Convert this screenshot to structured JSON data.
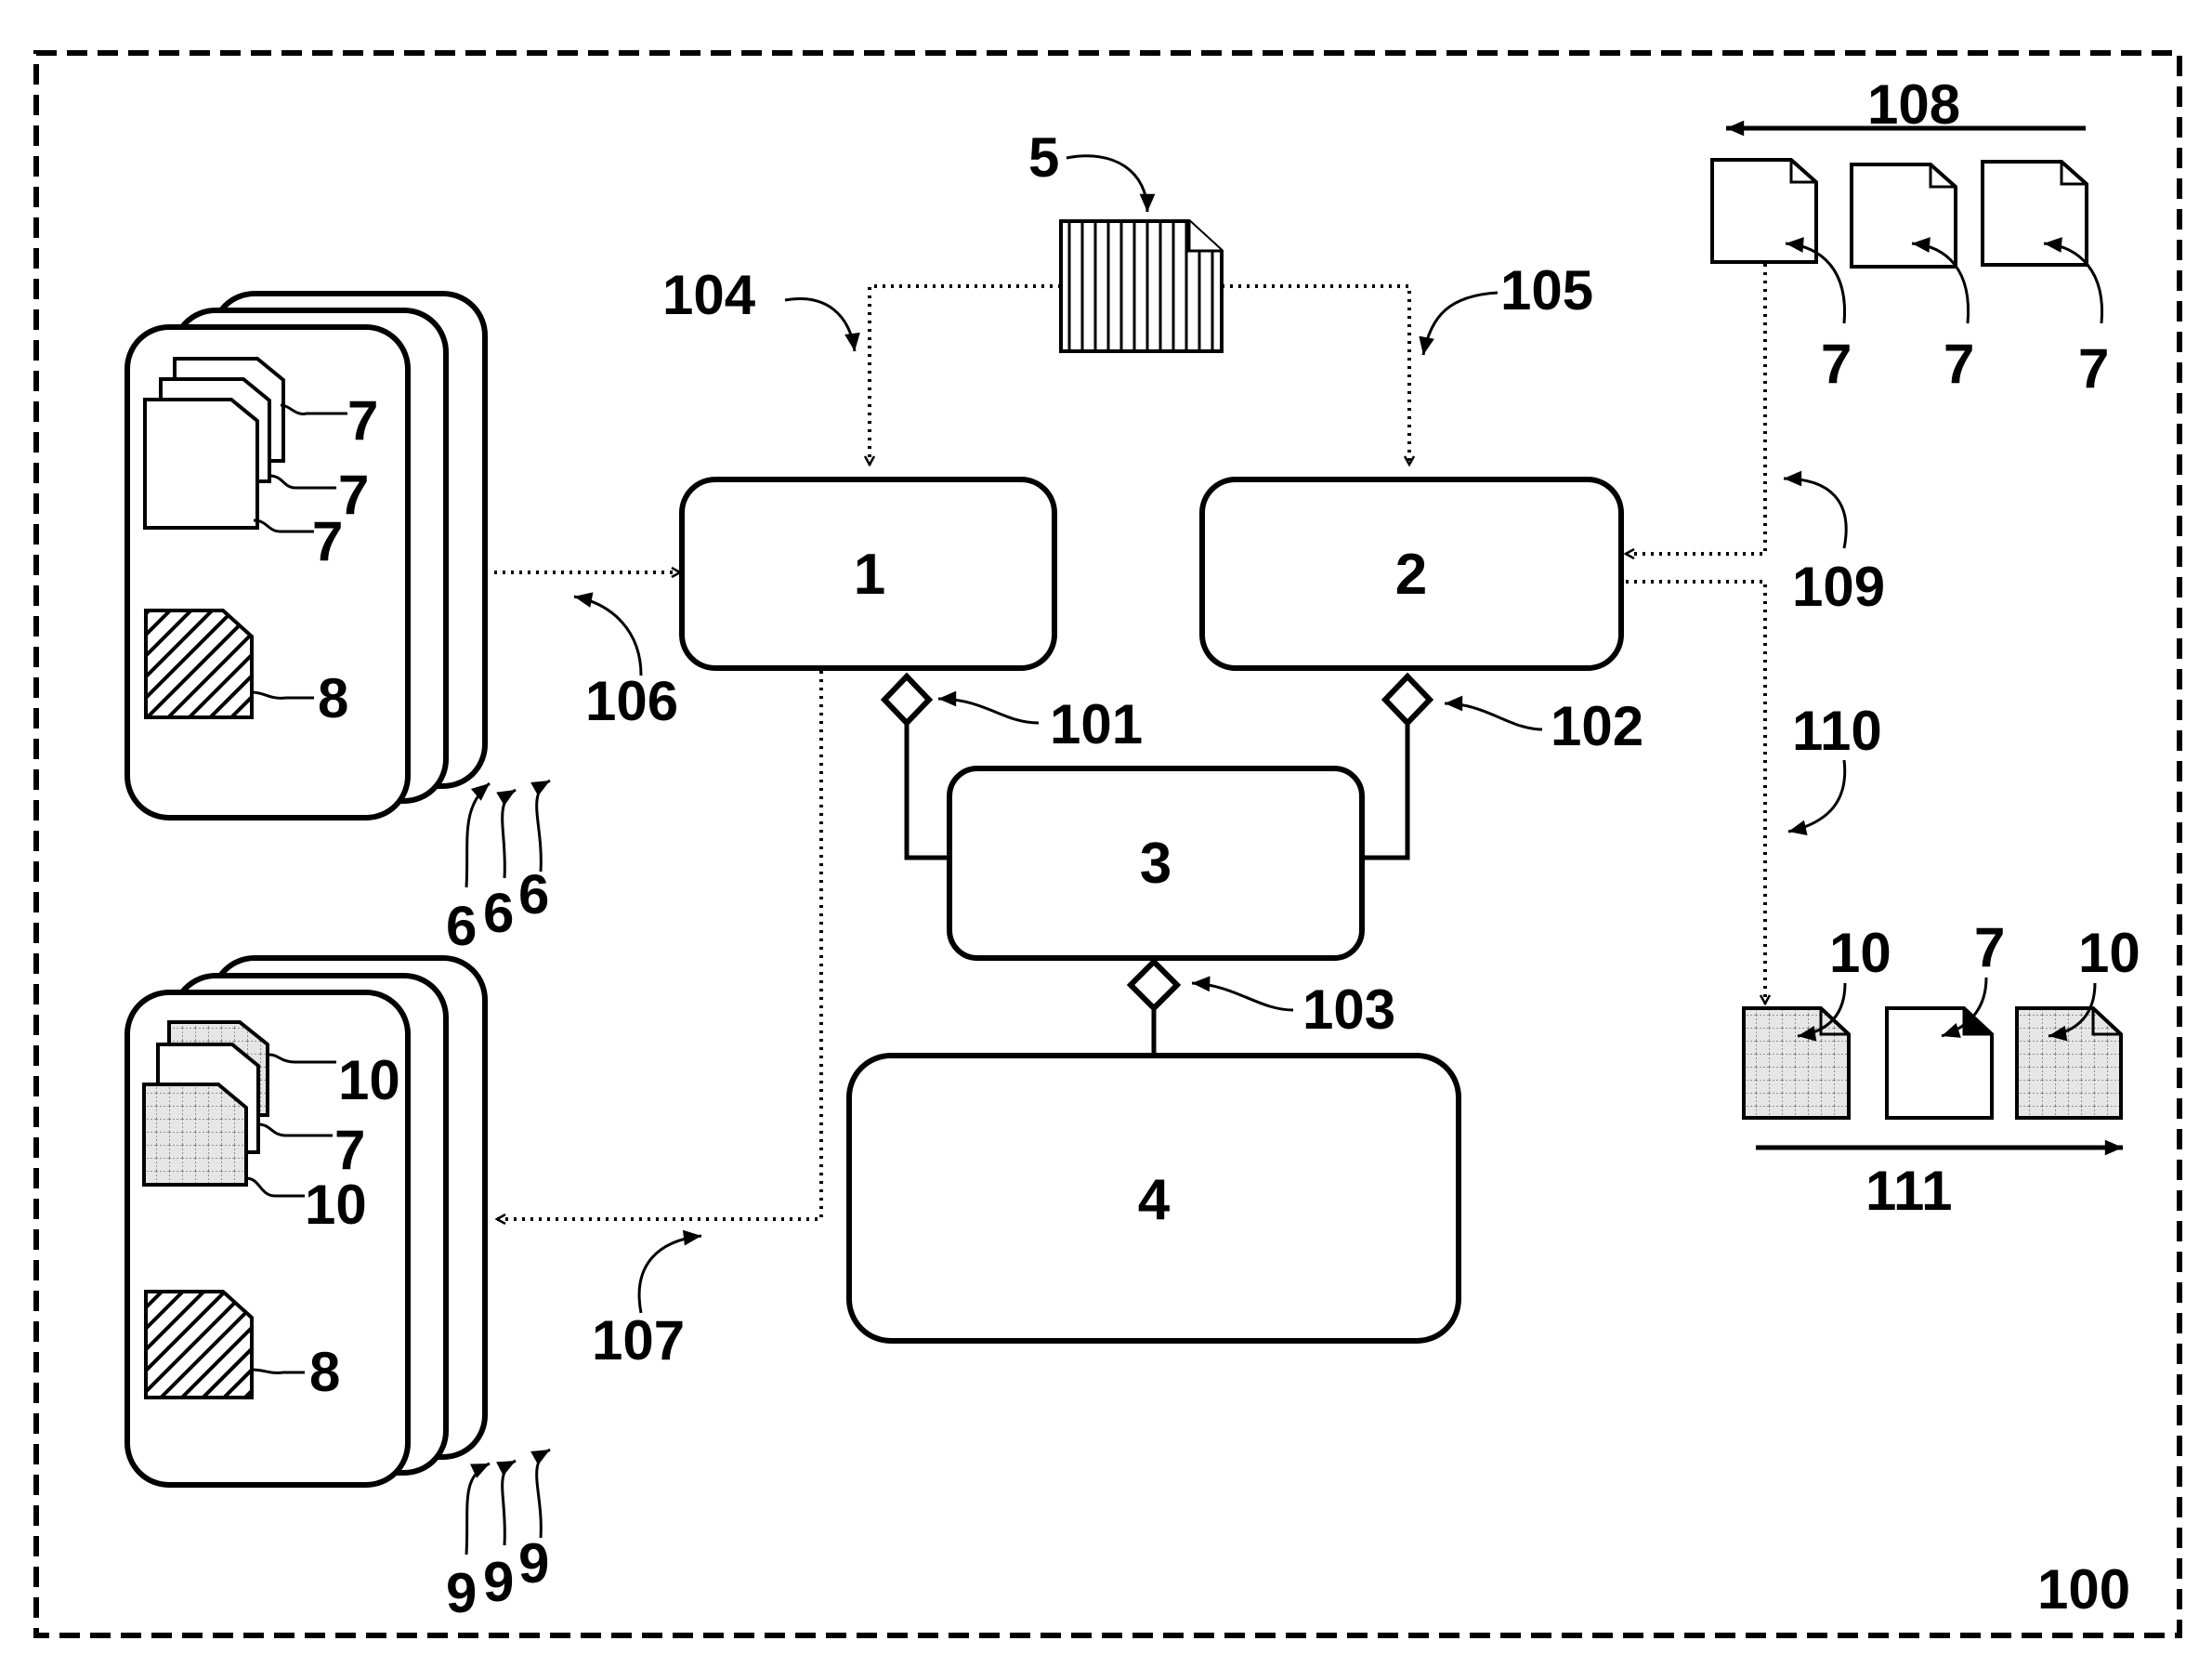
{
  "figure": {
    "system_label": "100",
    "blocks": {
      "b1": "1",
      "b2": "2",
      "b3": "3",
      "b4": "4"
    },
    "connectors": {
      "c101": "101",
      "c102": "102",
      "c103": "103"
    },
    "flows": {
      "f104": "104",
      "f105": "105",
      "f106": "106",
      "f107": "107",
      "f108": "108",
      "f109": "109",
      "f110": "110",
      "f111": "111"
    },
    "items": {
      "template": "5",
      "record": "6",
      "document": "7",
      "hatched_document": "8",
      "output_record": "9",
      "processed_document": "10"
    }
  }
}
